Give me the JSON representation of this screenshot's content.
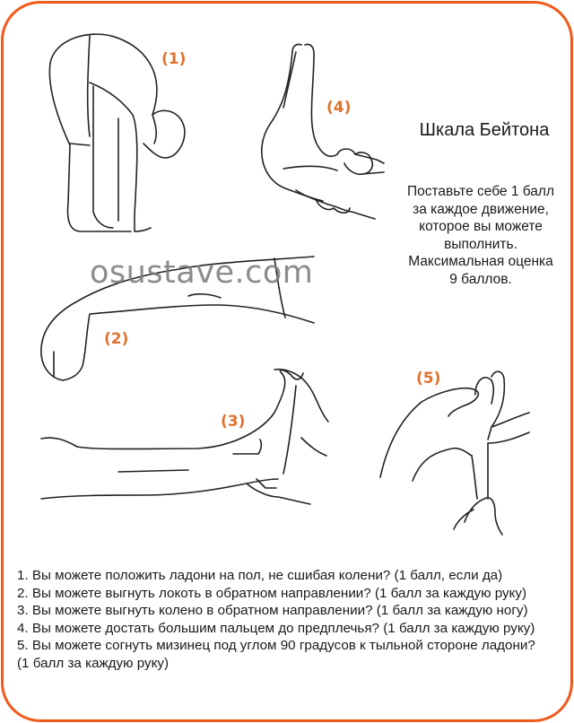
{
  "title": "Шкала Бейтона",
  "instructions": [
    "Поставьте себе 1 балл",
    "за каждое движение,",
    "которое вы можете",
    "выполнить.",
    "Максимальная оценка",
    "9 баллов."
  ],
  "watermark": "osustave.com",
  "figures": [
    {
      "label": "(1)",
      "icon": "forward-bend-figure"
    },
    {
      "label": "(2)",
      "icon": "elbow-hyperextension-figure"
    },
    {
      "label": "(3)",
      "icon": "knee-hyperextension-figure"
    },
    {
      "label": "(4)",
      "icon": "thumb-to-forearm-figure"
    },
    {
      "label": "(5)",
      "icon": "pinky-bend-figure"
    }
  ],
  "questions": [
    "1. Вы можете положить ладони на пол, не сшибая колени? (1 балл, если да)",
    "2. Вы можете выгнуть локоть в обратном направлении? (1 балл за каждую руку)",
    "3. Вы можете выгнуть колено в обратном направлении? (1 балл за каждую ногу)",
    "4. Вы можете достать большим пальцем до предплечья? (1 балл за каждую руку)",
    "5. Вы можете согнуть мизинец под углом 90 градусов к тыльной стороне ладони?",
    "(1 балл за каждую руку)"
  ],
  "colors": {
    "border": "#f05a1a",
    "label": "#e0722d",
    "text": "#1a1a1a"
  }
}
